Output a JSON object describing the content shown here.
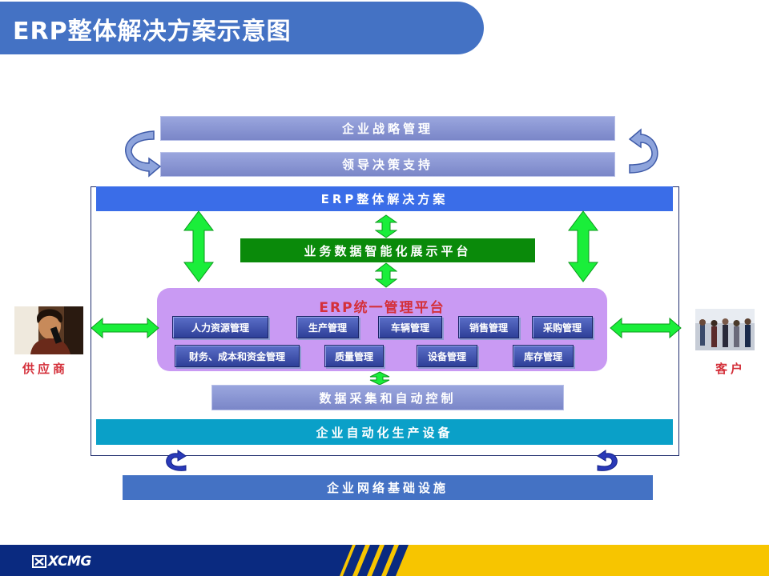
{
  "title": "ERP整体解决方案示意图",
  "top": {
    "strategy": "企业战略管理",
    "decision": "领导决策支持"
  },
  "main": {
    "erp_solution": "ERP整体解决方案",
    "bi_platform": "业务数据智能化展示平台",
    "erp_platform": "ERP统一管理平台",
    "modules_row1": [
      "人力资源管理",
      "生产管理",
      "车辆管理",
      "销售管理",
      "采购管理"
    ],
    "modules_row2": [
      "财务、成本和资金管理",
      "质量管理",
      "设备管理",
      "库存管理"
    ],
    "data_collection": "数据采集和自动控制",
    "production_equipment": "企业自动化生产设备"
  },
  "network": "企业网络基础设施",
  "supplier": "供应商",
  "customer": "客户",
  "logo": "XCMG",
  "colors": {
    "title_blue": "#4472c4",
    "erp_blue": "#3a6de8",
    "bi_green": "#0a8a0a",
    "production_cyan": "#0aa0c8",
    "network_blue": "#4472c4",
    "arrow_green": "#1aee3a",
    "platform_purple": "#c99af3",
    "label_red": "#d4303a",
    "footer_yellow": "#f7c500",
    "footer_navy": "#0a2a80"
  }
}
